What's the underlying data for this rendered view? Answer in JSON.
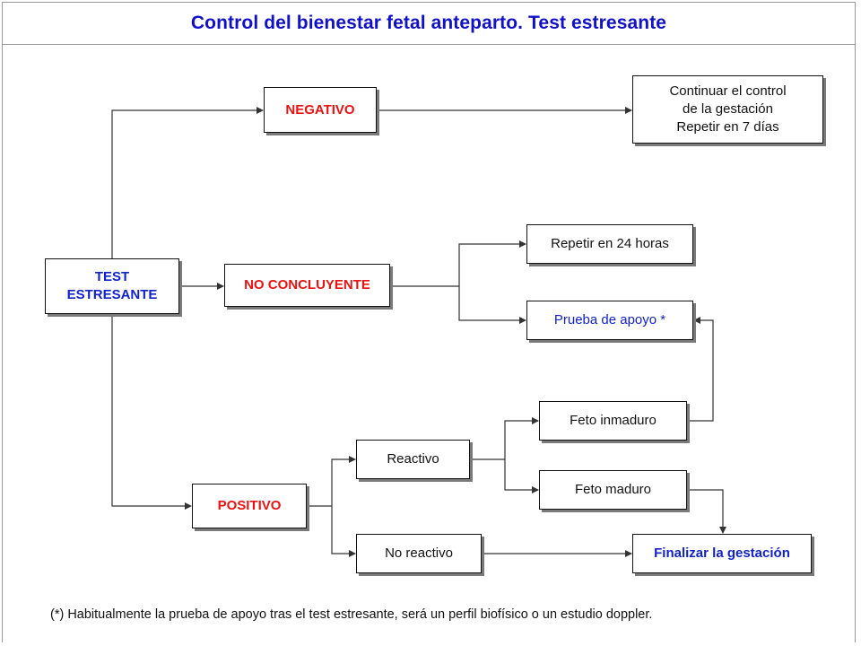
{
  "title": "Control del bienestar fetal anteparto. Test estresante",
  "nodes": {
    "test": [
      "TEST",
      "ESTRESANTE"
    ],
    "negativo": "NEGATIVO",
    "continuar": [
      "Continuar el control",
      "de la gestación",
      "Repetir en 7 días"
    ],
    "no_concluyente": "NO CONCLUYENTE",
    "repetir_24": "Repetir en 24 horas",
    "prueba_apoyo": "Prueba de apoyo *",
    "positivo": "POSITIVO",
    "reactivo": "Reactivo",
    "no_reactivo": "No reactivo",
    "feto_inmaduro": "Feto inmaduro",
    "feto_maduro": "Feto maduro",
    "finalizar": "Finalizar la gestación"
  },
  "footnote": "(*) Habitualmente la prueba de apoyo tras el test estresante, será un perfil biofísico o un estudio doppler.",
  "colors": {
    "title": "#1111cc",
    "outcome_red": "#ee1111",
    "action_blue": "#1122cc",
    "border": "#111111",
    "shadow": "#7a7a7a"
  }
}
